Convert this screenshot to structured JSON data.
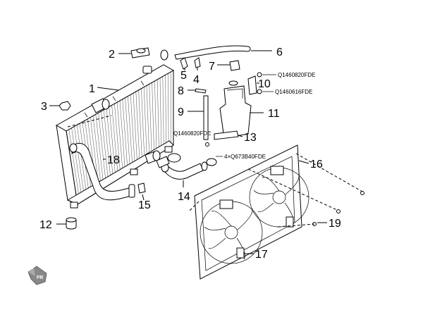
{
  "callouts": {
    "p1": "1",
    "p2": "2",
    "p3": "3",
    "p4": "4",
    "p5": "5",
    "p6": "6",
    "p7": "7",
    "p8": "8",
    "p9": "9",
    "p10": "10",
    "p11": "11",
    "p12": "12",
    "p13": "13",
    "p14": "14",
    "p15": "15",
    "p16": "16",
    "p17": "17",
    "p18": "18",
    "p19": "19"
  },
  "part_codes": {
    "bolt_upper": "Q1460820FDE",
    "bolt_lower": "Q1460616FDE",
    "bolt_left": "Q1460820FDE",
    "clamp_set": "4×Q673B40FDE"
  },
  "orientation": {
    "label": "FR"
  }
}
